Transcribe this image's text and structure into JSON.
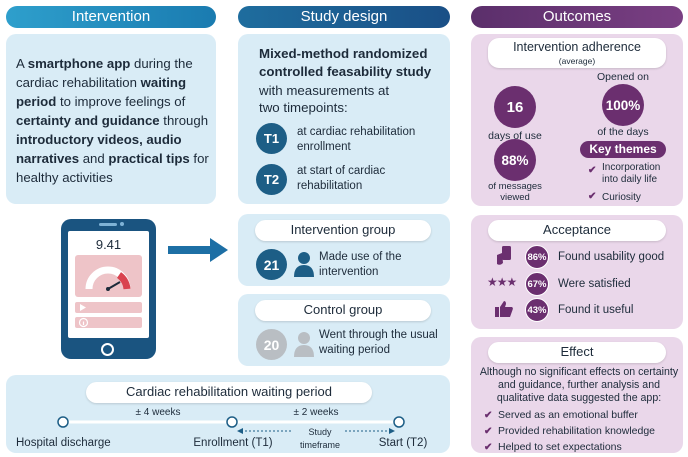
{
  "headers": {
    "intervention": "Intervention",
    "study_design": "Study design",
    "outcomes": "Outcomes"
  },
  "intervention_text": {
    "p1": "A ",
    "b1": "smartphone app",
    "p2": " during the cardiac rehabilitation ",
    "b2": "waiting period",
    "p3": " to improve feelings of ",
    "b3": "certainty and guidance",
    "p4": " through ",
    "b4": "introductory videos, audio narratives",
    "p5": " and ",
    "b5": "practical tips",
    "p6": " for healthy activities"
  },
  "phone": {
    "time": "9.41"
  },
  "study_design": {
    "title": "Mixed-method randomized controlled feasability study",
    "subtitle": "with measurements at two timepoints:",
    "t1_label": "T1",
    "t1_text": "at cardiac rehabilitation enrollment",
    "t2_label": "T2",
    "t2_text": "at start of cardiac rehabilitation"
  },
  "intervention_group": {
    "title": "Intervention group",
    "count": "21",
    "text": "Made use of the intervention"
  },
  "control_group": {
    "title": "Control group",
    "count": "20",
    "text": "Went through the usual waiting period"
  },
  "timeline": {
    "title": "Cardiac rehabilitation waiting period",
    "weeks1": "± 4 weeks",
    "weeks2": "± 2 weeks",
    "timeframe": "Study timeframe",
    "point1": "Hospital discharge",
    "point2": "Enrollment (T1)",
    "point3": "Start (T2)"
  },
  "adherence": {
    "title": "Intervention adherence",
    "subtitle": "(average)",
    "days_value": "16",
    "days_label": "days of use",
    "opened_label": "Opened on",
    "opened_value": "100%",
    "opened_sub": "of the days",
    "messages_value": "88%",
    "messages_label": "of messages viewed",
    "themes_title": "Key themes",
    "theme1": "Incorporation into daily life",
    "theme2": "Curiosity"
  },
  "acceptance": {
    "title": "Acceptance",
    "items": [
      {
        "icon": "hand-phone-icon",
        "value": "86%",
        "label": "Found usability good"
      },
      {
        "icon": "stars-icon",
        "value": "67%",
        "label": "Were satisfied"
      },
      {
        "icon": "thumbs-up-icon",
        "value": "43%",
        "label": "Found it useful"
      }
    ]
  },
  "effect": {
    "title": "Effect",
    "text": "Although no significant effects on certainty and guidance, further analysis and qualitative data suggested the app:",
    "items": [
      "Served as an emotional buffer",
      "Provided rehabilitation knowledge",
      "Helped to set expectations"
    ]
  },
  "colors": {
    "teal": "#1d5e86",
    "purple": "#6b2f6f",
    "light_blue": "#d9ecf6",
    "light_purple": "#ead7ea"
  }
}
